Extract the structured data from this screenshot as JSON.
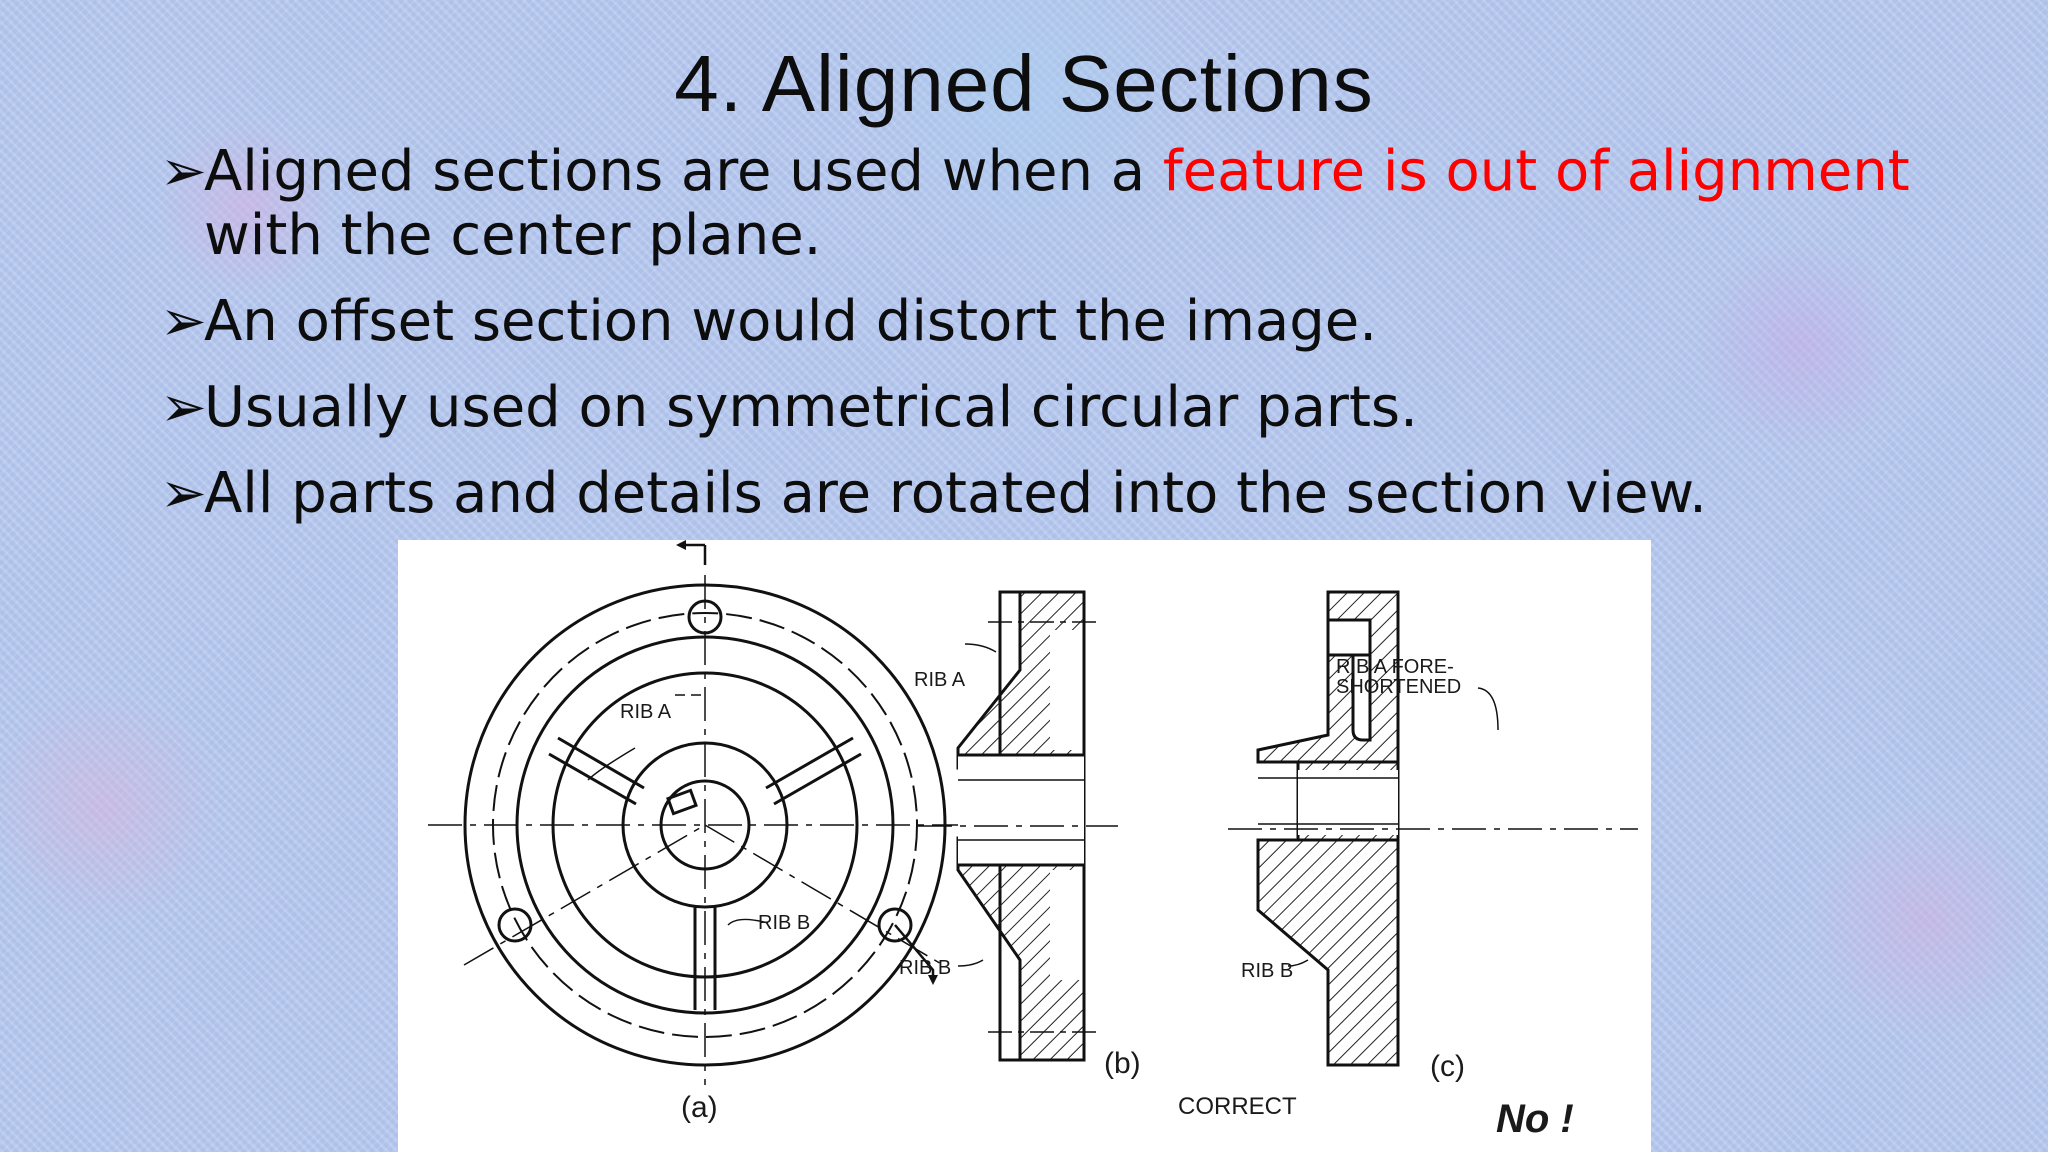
{
  "slide": {
    "title": "4. Aligned Sections",
    "bullet_marker": "➢",
    "bullets": [
      {
        "text_before": "Aligned sections are used when a ",
        "highlight": "feature is out of alignment",
        "text_after": " with the center plane."
      },
      {
        "text": "An offset section would distort the image."
      },
      {
        "text": "Usually used on symmetrical circular parts."
      },
      {
        "text": "All parts and details are rotated into the section view."
      }
    ],
    "highlight_color": "#ff0000"
  },
  "figure": {
    "labels": {
      "rib_a": "RIB A",
      "rib_b": "RIB B",
      "rib_a_fore_1": "RIB A FORE-",
      "rib_a_fore_2": "SHORTENED",
      "caption_a": "(a)",
      "caption_b": "(b)",
      "caption_c": "(c)",
      "correct": "CORRECT",
      "no": "No !"
    }
  }
}
